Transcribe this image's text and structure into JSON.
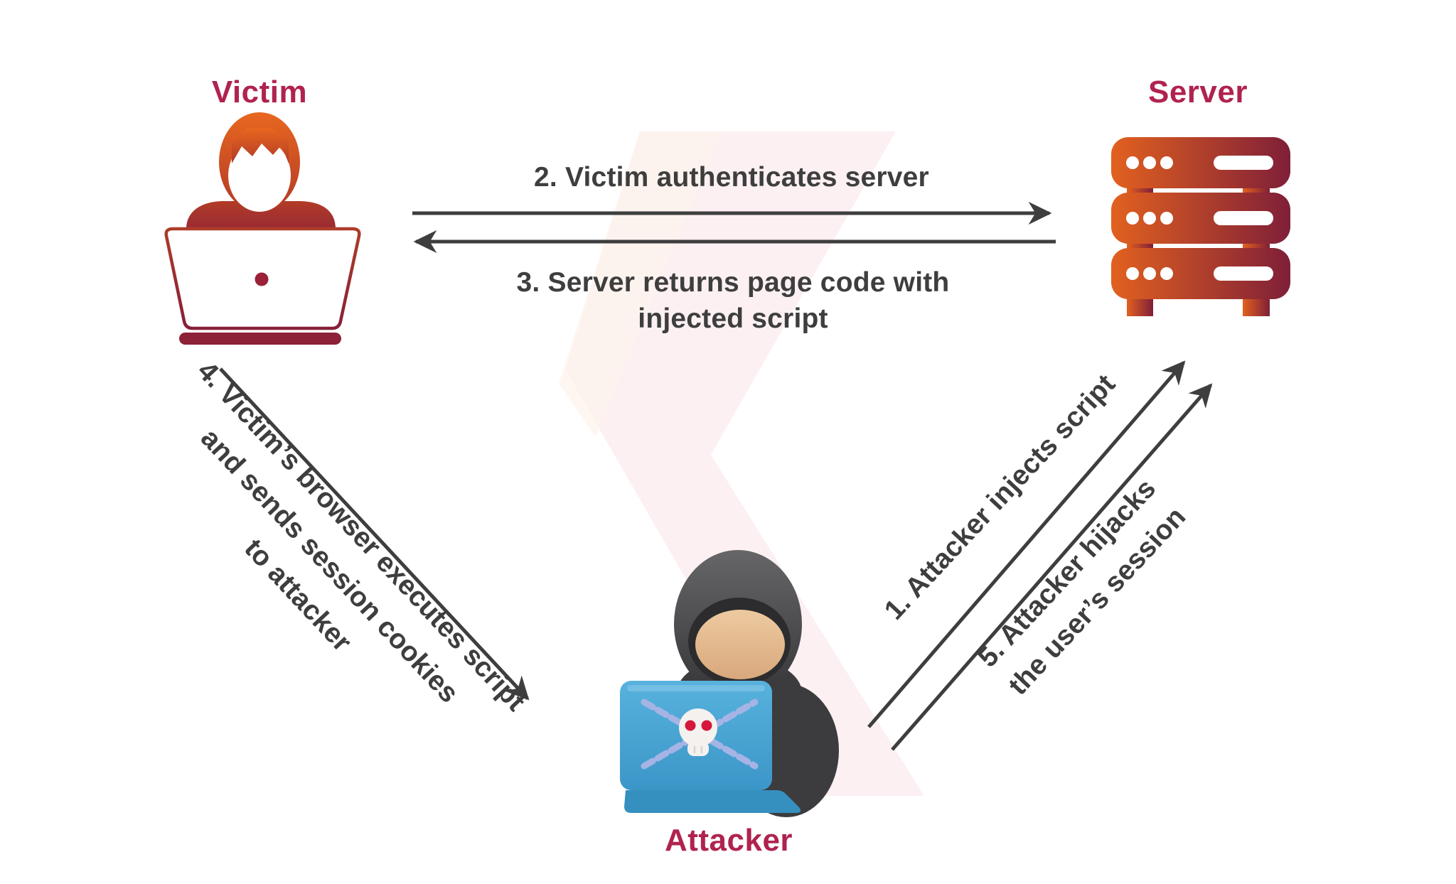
{
  "diagram": {
    "type": "xss-attack-flow",
    "background_color": "#ffffff",
    "watermark_color": "#fcf0f2"
  },
  "colors": {
    "node_title": "#b0234e",
    "flow_text": "#3e3e3e",
    "arrow": "#3e3e3e",
    "icon_gradient_start": "#e2611f",
    "icon_gradient_end": "#7f1f38",
    "victim_dark_red": "#8c2138",
    "attacker_laptop_blue": "#42a0d0",
    "skull_eye_red": "#d5173c",
    "chain_blue": "#a5b4e4"
  },
  "icons": {
    "victim": "person-at-laptop-icon",
    "server": "server-rack-icon",
    "attacker": "hooded-hacker-laptop-skull-icon"
  },
  "nodes": {
    "victim": {
      "label": "Victim"
    },
    "server": {
      "label": "Server"
    },
    "attacker": {
      "label": "Attacker"
    }
  },
  "steps": {
    "step1": {
      "label": "1. Attacker injects script",
      "from": "attacker",
      "to": "server"
    },
    "step2": {
      "label": "2. Victim authenticates server",
      "from": "victim",
      "to": "server"
    },
    "step3": {
      "line1": "3. Server returns page code with",
      "line2": "injected script",
      "from": "server",
      "to": "victim"
    },
    "step4": {
      "line1": "4. Victim’s browser executes script",
      "line2": "and sends session cookies",
      "line3": "to attacker",
      "from": "victim",
      "to": "attacker"
    },
    "step5": {
      "line1": "5. Attacker hijacks",
      "line2": "the user’s session",
      "from": "attacker",
      "to": "server"
    }
  }
}
